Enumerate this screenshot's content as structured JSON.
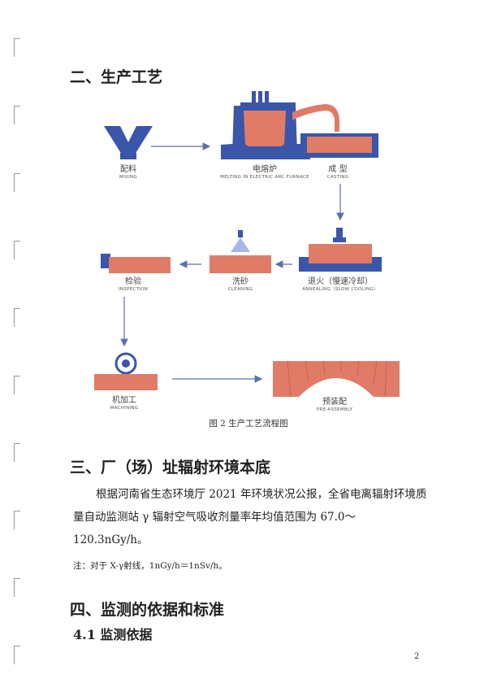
{
  "section2": {
    "heading": "二、生产工艺"
  },
  "flowchart": {
    "steps": [
      {
        "zh": "配料",
        "en": "MIXING"
      },
      {
        "zh": "电熔炉",
        "en": "MELTING IN ELECTRIC ARC FURNACE"
      },
      {
        "zh": "成 型",
        "en": "CASTING"
      },
      {
        "zh": "退火（慢速冷却）",
        "en": "ANNEALING（SLOW COOLING）"
      },
      {
        "zh": "洗砂",
        "en": "CLEANING"
      },
      {
        "zh": "检验",
        "en": "INSPECTION"
      },
      {
        "zh": "机加工",
        "en": "MACHINING"
      },
      {
        "zh": "预装配",
        "en": "PRE-ASSEMBLY"
      }
    ],
    "caption": "图 2  生产工艺流程图"
  },
  "section3": {
    "heading": "三、厂（场）址辐射环境本底",
    "paragraph": "根据河南省生态环境厅 2021 年环境状况公报，全省电离辐射环境质量自动监测站 γ 辐射空气吸收剂量率年均值范围为 67.0～120.3nGy/h。",
    "note": "注：对于 X-γ射线，1nGy/h＝1nSv/h。"
  },
  "section4": {
    "heading": "四、监测的依据和标准",
    "subheading": "4.1 监测依据"
  },
  "page_number": "2",
  "colors": {
    "blue": "#3a56a8",
    "salmon": "#e07b68"
  }
}
